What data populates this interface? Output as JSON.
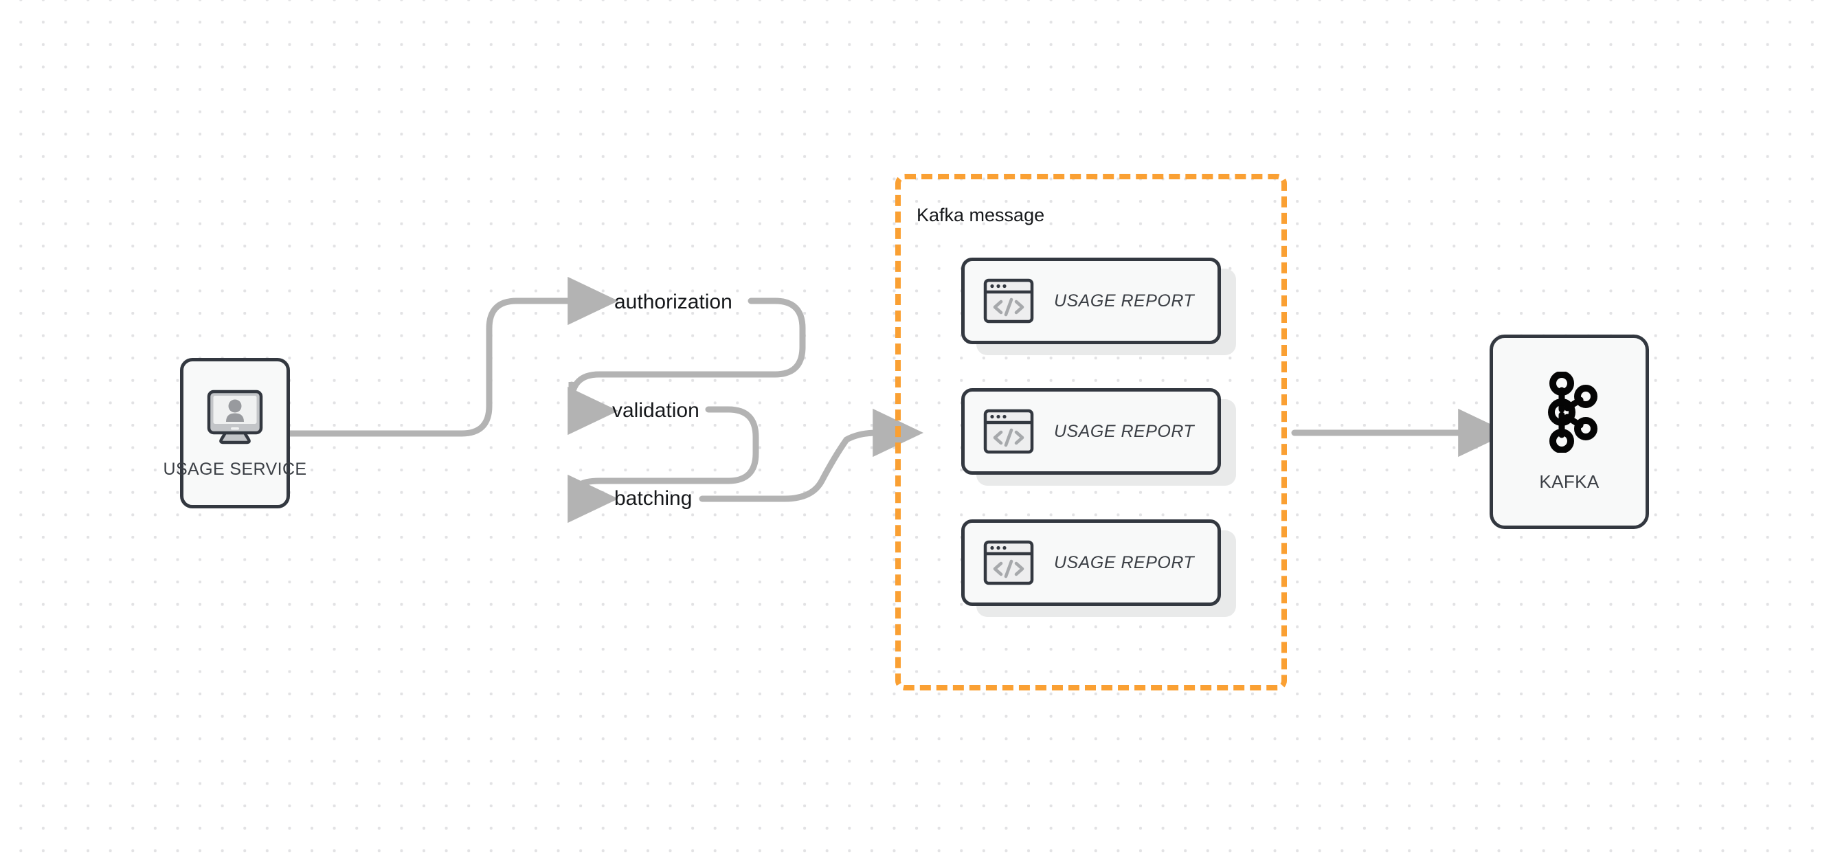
{
  "diagram": {
    "background": "#ffffff",
    "dot_grid_color": "#e2e2e4",
    "accent_color": "#faa033",
    "node_border_color": "#333840",
    "node_fill_color": "#f8f9f9",
    "edge_color": "#b3b3b3"
  },
  "nodes": {
    "usage_service": {
      "label": "USAGE SERVICE",
      "icon": "monitor-user-icon"
    },
    "kafka": {
      "label": "KAFKA",
      "icon": "kafka-logo-icon"
    }
  },
  "steps": [
    {
      "label": "authorization"
    },
    {
      "label": "validation"
    },
    {
      "label": "batching"
    }
  ],
  "kafka_message": {
    "title": "Kafka message",
    "border_style": "dashed",
    "border_color": "#faa033",
    "cards": [
      {
        "label": "USAGE REPORT",
        "icon": "code-window-icon"
      },
      {
        "label": "USAGE REPORT",
        "icon": "code-window-icon"
      },
      {
        "label": "USAGE REPORT",
        "icon": "code-window-icon"
      }
    ]
  }
}
